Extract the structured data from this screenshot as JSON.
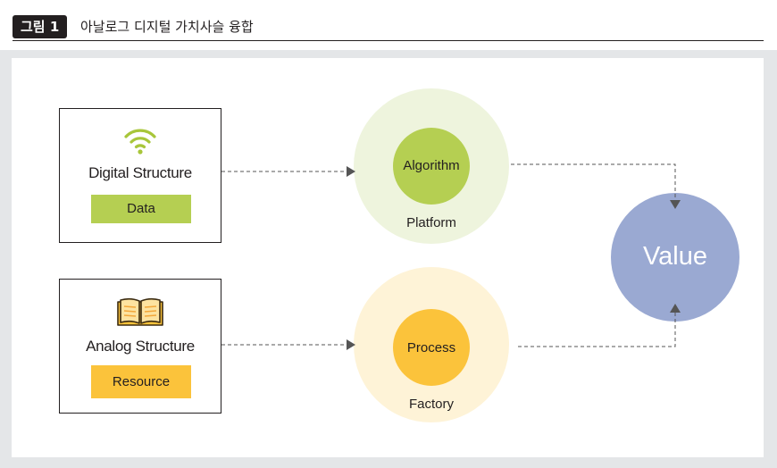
{
  "header": {
    "badge": "그림 1",
    "title": "아날로그 디지털 가치사슬 융합"
  },
  "boxes": {
    "digital": {
      "title": "Digital Structure",
      "tag": "Data"
    },
    "analog": {
      "title": "Analog Structure",
      "tag": "Resource"
    }
  },
  "nodes": {
    "algorithm": {
      "inner": "Algorithm",
      "outer": "Platform"
    },
    "process": {
      "inner": "Process",
      "outer": "Factory"
    },
    "value": {
      "label": "Value"
    }
  },
  "colors": {
    "green": "#b5cf52",
    "green_light": "#eef4dd",
    "yellow": "#fbc33b",
    "yellow_light": "#fef3d7",
    "value": "#9aa9d2",
    "connector": "#555555"
  },
  "icons": {
    "digital": "wifi-icon",
    "analog": "open-book-icon"
  }
}
